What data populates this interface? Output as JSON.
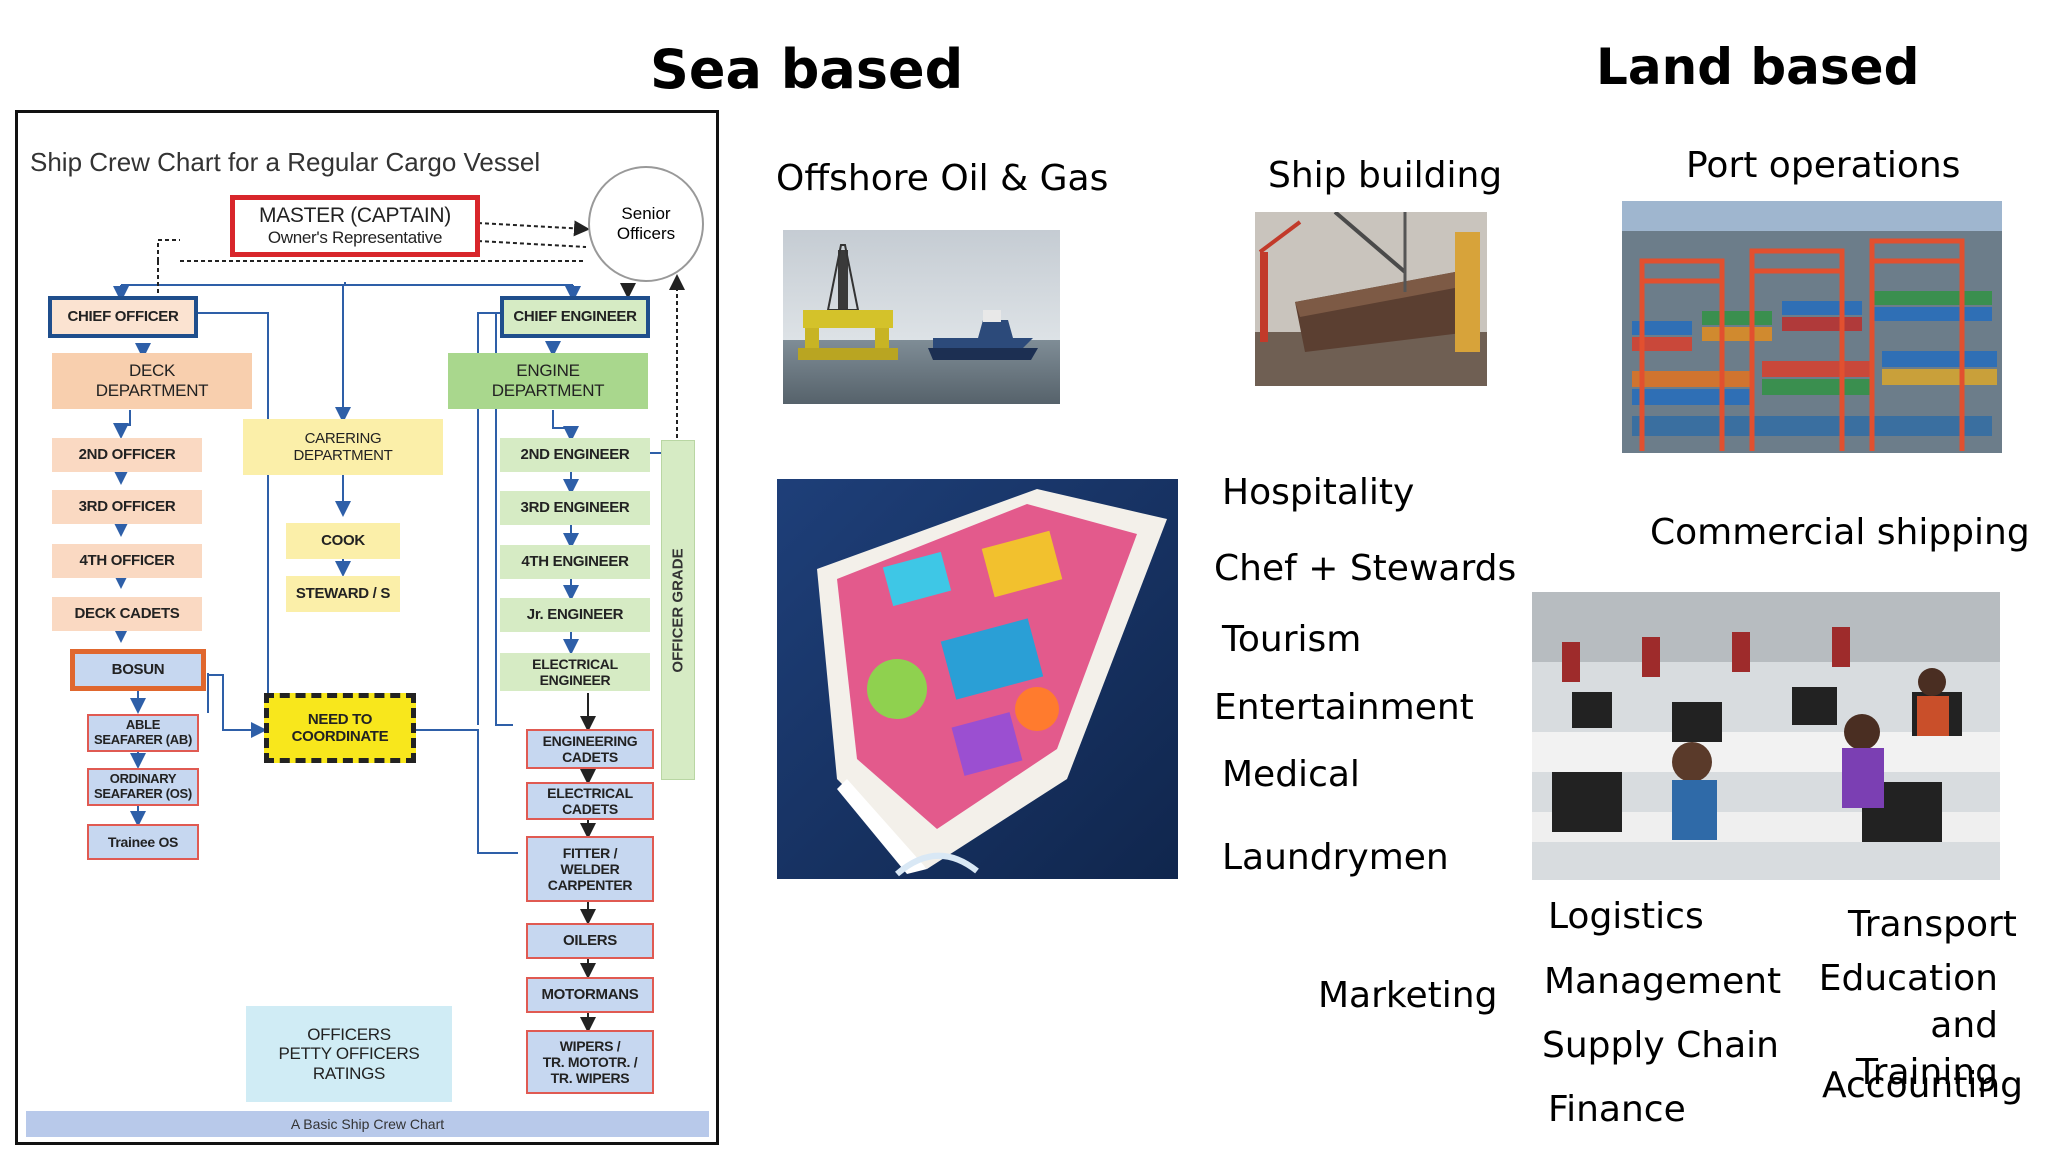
{
  "headings": {
    "sea": "Sea based",
    "land": "Land based"
  },
  "crew_chart": {
    "title": "Ship Crew Chart for a Regular Cargo Vessel",
    "master": {
      "title": "MASTER (CAPTAIN)",
      "subtitle": "Owner's Representative"
    },
    "senior_officers": "Senior\nOfficers",
    "chief_officer": "CHIEF OFFICER",
    "chief_engineer": "CHIEF ENGINEER",
    "deck_department": "DECK\nDEPARTMENT",
    "engine_department": "ENGINE\nDEPARTMENT",
    "catering_department": "CARERING\nDEPARTMENT",
    "deck_ranks": [
      "2ND OFFICER",
      "3RD OFFICER",
      "4TH OFFICER",
      "DECK CADETS"
    ],
    "bosun": "BOSUN",
    "ratings": [
      "ABLE\nSEAFARER (AB)",
      "ORDINARY\nSEAFARER (OS)",
      "Trainee OS"
    ],
    "catering_ranks": [
      "COOK",
      "STEWARD / S"
    ],
    "need_to_coordinate": "NEED TO\nCOORDINATE",
    "engine_ranks": [
      "2ND ENGINEER",
      "3RD ENGINEER",
      "4TH ENGINEER",
      "Jr. ENGINEER",
      "ELECTRICAL\nENGINEER"
    ],
    "officer_grade": "OFFICER GRADE",
    "engine_ratings": [
      "ENGINEERING\nCADETS",
      "ELECTRICAL\nCADETS",
      "FITTER /\nWELDER\nCARPENTER",
      "OILERS",
      "MOTORMANS",
      "WIPERS /\nTR. MOTOTR. /\nTR. WIPERS"
    ],
    "legend": "OFFICERS\nPETTY OFFICERS\nRATINGS",
    "caption": "A Basic Ship Crew Chart",
    "colors": {
      "master_border": "#d8262b",
      "officer_border": "#1f4e8c",
      "deck": "#f8cfae",
      "engine": "#a9d78d",
      "catering": "#fbefa9",
      "coordinate": "#f8e71c",
      "ratings": "#c6d7f0"
    }
  },
  "sea_labels": {
    "offshore": "Offshore Oil & Gas",
    "shipbuilding": "Ship building",
    "hospitality_list": [
      "Hospitality",
      "Chef + Stewards",
      "Tourism",
      "Entertainment",
      "Medical",
      "Laundrymen"
    ],
    "marketing": "Marketing"
  },
  "land_labels": {
    "port_operations": "Port operations",
    "commercial_shipping": "Commercial shipping",
    "left_list": [
      "Logistics",
      "Management",
      "Supply Chain",
      "Finance"
    ],
    "right_list": [
      "Transport",
      "Education\nand Training",
      "Accounting"
    ]
  },
  "photos": [
    "offshore-rig-photo",
    "shipbuilding-photo",
    "port-container-terminal-photo",
    "cruise-ship-photo",
    "shipping-office-photo"
  ]
}
